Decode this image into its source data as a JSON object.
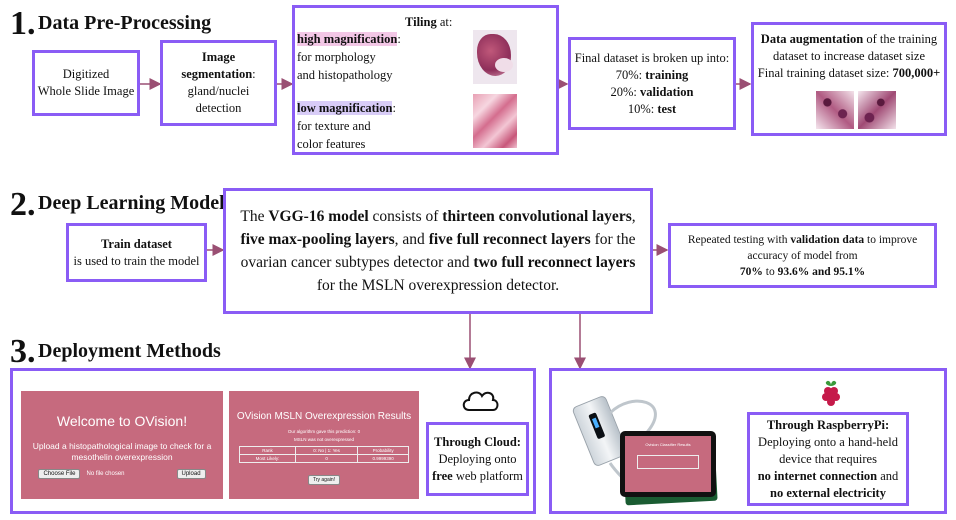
{
  "sections": {
    "s1": {
      "num": "1.",
      "title": "Data Pre-Processing"
    },
    "s2": {
      "num": "2.",
      "title": "Deep Learning Model"
    },
    "s3": {
      "num": "3.",
      "title": "Deployment Methods"
    }
  },
  "preprocessing": {
    "wsi": {
      "line1": "Digitized",
      "line2": "Whole Slide Image"
    },
    "segmentation": {
      "line1": "Image",
      "line2": "segmentation",
      "line2_tail": ":",
      "line3": "gland/nuclei",
      "line4": "detection"
    },
    "tiling": {
      "header_bold": "Tiling",
      "header_rest": " at:",
      "high_label": "high magnification",
      "high_colon": ":",
      "high_desc1": "for morphology",
      "high_desc2": "and histopathology",
      "low_label": "low magnification",
      "low_colon": ":",
      "low_desc1": "for texture and",
      "low_desc2": "color features"
    },
    "split": {
      "intro": "Final dataset is broken up into:",
      "train_pct": "70%: ",
      "train_label": "training",
      "val_pct": "20%: ",
      "val_label": "validation",
      "test_pct": "10%: ",
      "test_label": "test"
    },
    "augmentation": {
      "bold": "Data augmentation",
      "rest": " of the training",
      "line2": "dataset to increase dataset size",
      "line3": "Final training dataset size: ",
      "size": "700,000+"
    }
  },
  "model": {
    "train": {
      "bold": "Train dataset",
      "rest": "is used to train the model"
    },
    "vgg": {
      "p1": "The ",
      "b1": "VGG-16 model",
      "p2": " consists of ",
      "b2": "thirteen convolutional layers",
      "p3": ",",
      "b3": "five max-pooling layers",
      "p4": ", and ",
      "b4": "five full reconnect layers",
      "p5": " for the",
      "p6": "ovarian cancer subtypes detector and ",
      "b5": "two full reconnect layers",
      "p7": "for the MSLN overexpression detector."
    },
    "testing": {
      "p1": "Repeated testing with ",
      "b1": "validation data",
      "p2": " to improve",
      "line2": "accuracy of model from",
      "b2": "70%",
      "p3": " to ",
      "b3": "93.6%",
      "b4": " and 95.1%"
    }
  },
  "deployment": {
    "app1": {
      "title": "Welcome to OVision!",
      "subtitle1": "Upload a histopathological image to check for a",
      "subtitle2": "mesothelin overexpression",
      "choose_file": "Choose File",
      "no_file": "No file chosen",
      "upload": "Upload"
    },
    "app2": {
      "title": "OVision MSLN Overexpression Results",
      "line1": "Our algorithm gave this prediction: 0",
      "line2": "MSLN was not overexpressed",
      "col1": "Rank",
      "col2": "0: No | 1: Yes",
      "col3": "Probability",
      "row_rank": "Most Likely:",
      "row_class": "0",
      "row_prob": "0.9999390",
      "try_again": "Try again!"
    },
    "cloud": {
      "bold": "Through Cloud:",
      "line2": "Deploying onto",
      "free": "free",
      "line3_rest": " web platform"
    },
    "device_screen": {
      "title": "Ovision Classifier Results"
    },
    "pi": {
      "bold": "Through RaspberryPi:",
      "line2": "Deploying onto a hand-held",
      "line3": "device that requires",
      "b2": "no internet connection",
      "line4_rest": " and",
      "b3": "no external electricity"
    }
  },
  "colors": {
    "box_border": "#8a5cf5",
    "arrow": "#9a4f73",
    "app_bg": "#c66a7e",
    "highlight_pink": "#f3c7e6",
    "highlight_lavender": "#d8ccf7"
  }
}
